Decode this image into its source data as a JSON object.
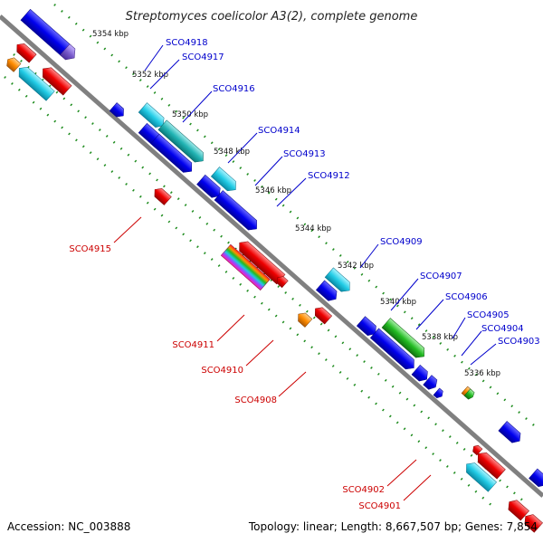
{
  "title": "Streptomyces coelicolor A3(2), complete genome",
  "footer": {
    "accession": "Accession: NC_003888",
    "summary": "Topology: linear; Length: 8,667,507 bp; Genes: 7,854"
  },
  "colors": {
    "backbone": "#808080",
    "dots": "#1e8c1e",
    "blue": "#0000ee",
    "cyan": "#20c8e0",
    "teal": "#20b0b0",
    "red": "#ee0000",
    "orange": "#ff8c00",
    "green": "#22bb22",
    "purple": "#7a5ccc",
    "forward_label": "#0000cc",
    "reverse_label": "#cc0000"
  },
  "kbp_ticks": [
    "5354 kbp",
    "5352 kbp",
    "5350 kbp",
    "5348 kbp",
    "5346 kbp",
    "5344 kbp",
    "5342 kbp",
    "5340 kbp",
    "5338 kbp",
    "5336 kbp"
  ],
  "forward_labels": [
    "SCO4918",
    "SCO4917",
    "SCO4916",
    "SCO4914",
    "SCO4913",
    "SCO4912",
    "SCO4909",
    "SCO4907",
    "SCO4906",
    "SCO4905",
    "SCO4904",
    "SCO4903"
  ],
  "reverse_labels": [
    "SCO4915",
    "SCO4911",
    "SCO4910",
    "SCO4908",
    "SCO4902",
    "SCO4901"
  ]
}
